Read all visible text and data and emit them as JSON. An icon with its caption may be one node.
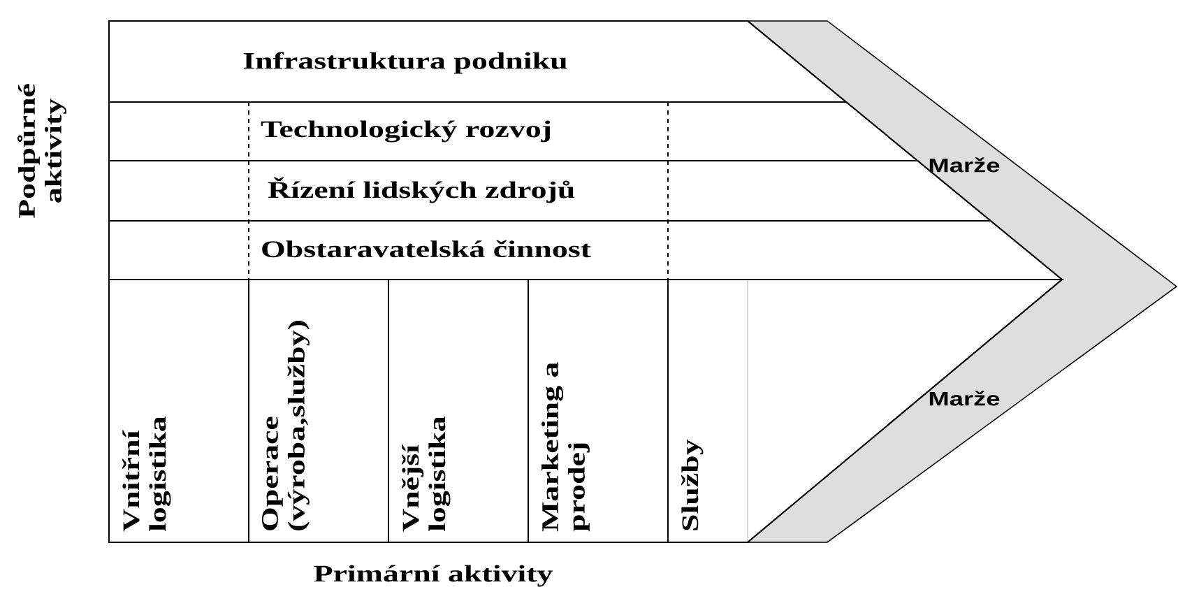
{
  "diagram": {
    "nodes": [
      {
        "text": [
          "Infrastruktura podniku"
        ]
      },
      {
        "text": [
          "Technologický rozvoj"
        ]
      },
      {
        "text": [
          "Řízení lidských zdrojů"
        ]
      },
      {
        "text": [
          "Obstaravatelská činnost"
        ]
      },
      {
        "text": [
          "Vnitřní logistika"
        ]
      },
      {
        "text": [
          "Operace (výroba,služby)"
        ]
      },
      {
        "text": [
          "Vnější logistika"
        ]
      },
      {
        "text": [
          "Marketing a prodej"
        ]
      },
      {
        "text": [
          "Služby"
        ]
      }
    ],
    "labels": [
      "Podpůrné aktivity",
      "Marže",
      "Marže",
      "Primární aktivity"
    ]
  }
}
